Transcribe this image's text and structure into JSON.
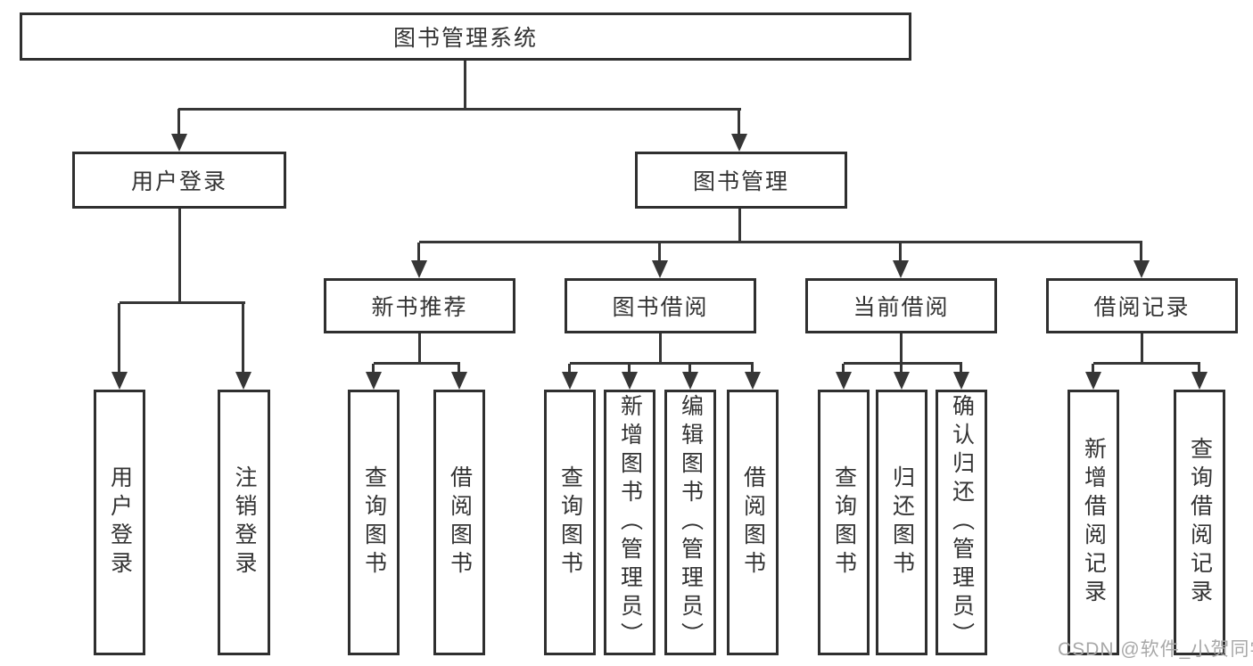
{
  "diagram_title": "图书管理系统",
  "nodes": {
    "root": "图书管理系统",
    "user_login": "用户登录",
    "book_mgmt": "图书管理",
    "new_book_rec": "新书推荐",
    "book_borrow": "图书借阅",
    "current_borrow": "当前借阅",
    "borrow_records": "借阅记录",
    "leaf_user_login": "用户登录",
    "leaf_logout": "注销登录",
    "leaf_nb_query": "查询图书",
    "leaf_nb_borrow": "借阅图书",
    "leaf_bb_query": "查询图书",
    "leaf_bb_add": "新增图书（管理员）",
    "leaf_bb_edit": "编辑图书（管理员）",
    "leaf_bb_borrow": "借阅图书",
    "leaf_cb_query": "查询图书",
    "leaf_cb_return": "归还图书",
    "leaf_cb_confirm": "确认归还（管理员）",
    "leaf_br_add": "新增借阅记录",
    "leaf_br_query": "查询借阅记录"
  },
  "watermark": "CSDN @软件_小贺同学",
  "colors": {
    "line": "#363636",
    "border": "#2f2f2f",
    "text": "#333333",
    "watermark": "#a8a8a8",
    "background": "#ffffff"
  }
}
